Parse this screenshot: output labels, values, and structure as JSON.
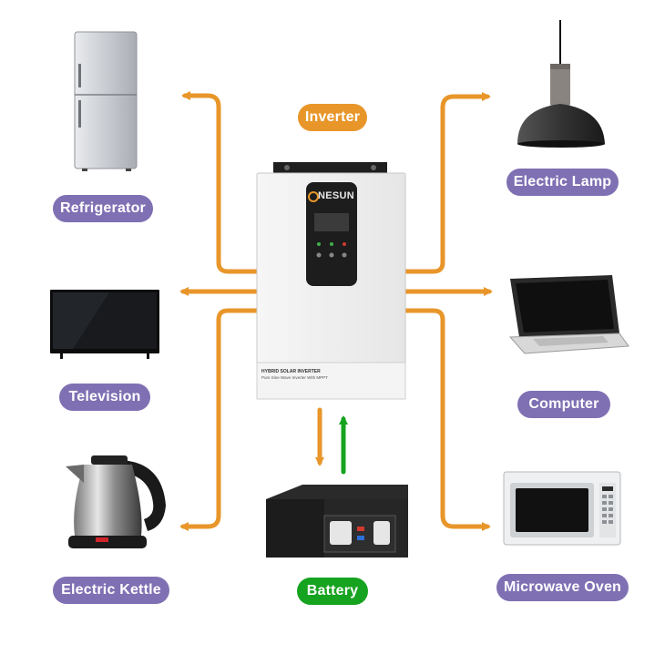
{
  "center_label": "Inverter",
  "inverter": {
    "brand": "NESUN",
    "product_line": "HYBRID SOLAR INVERTER",
    "product_sub": "Pure Sine Wave Inverter With MPPT"
  },
  "appliances": {
    "refrigerator": "Refrigerator",
    "television": "Television",
    "electric_kettle": "Electric Kettle",
    "electric_lamp": "Electric Lamp",
    "computer": "Computer",
    "microwave_oven": "Microwave Oven"
  },
  "battery_label": "Battery",
  "colors": {
    "arrow_orange": "#e8962a",
    "charge_green": "#16a31f",
    "label_purple": "#7f70b3"
  }
}
